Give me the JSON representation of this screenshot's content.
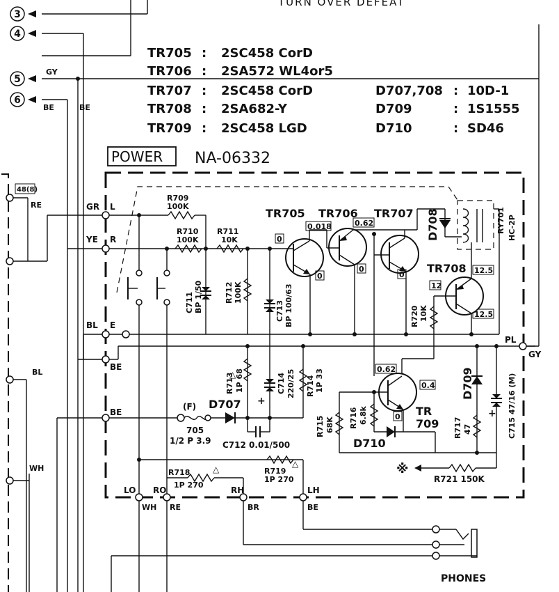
{
  "header": {
    "top_text": "TURN OVER DEFEAT"
  },
  "connectors": [
    {
      "num": "3"
    },
    {
      "num": "4"
    },
    {
      "num": "5",
      "wire": "GY"
    },
    {
      "num": "6",
      "wire": "BE"
    }
  ],
  "side_labels": {
    "be": "BE",
    "conn_tag": "48(8)",
    "re": "RE",
    "bl": "BL",
    "wh": "WH"
  },
  "transistor_table": [
    {
      "ref": "TR705",
      "part": "2SC458 CorD"
    },
    {
      "ref": "TR706",
      "part": "2SA572 WL4or5"
    },
    {
      "ref": "TR707",
      "part": "2SC458 CorD"
    },
    {
      "ref": "TR708",
      "part": "2SA682-Y"
    },
    {
      "ref": "TR709",
      "part": "2SC458 LGD"
    }
  ],
  "diode_table": [
    {
      "ref": "D707,708",
      "part": "10D-1"
    },
    {
      "ref": "D709",
      "part": "1S1555"
    },
    {
      "ref": "D710",
      "part": "SD46"
    }
  ],
  "board": {
    "name": "POWER",
    "part_no": "NA-06332"
  },
  "inputs": {
    "gr": "GR",
    "l": "L",
    "ye": "YE",
    "r": "R",
    "bl": "BL",
    "e": "E",
    "be": "BE",
    "be2": "BE",
    "pl": "PL",
    "gy": "GY"
  },
  "components": {
    "r709": [
      "R709",
      "100K"
    ],
    "r710": [
      "R710",
      "100K"
    ],
    "r711": [
      "R711",
      "10K"
    ],
    "r712": [
      "R712",
      "100K"
    ],
    "c711": [
      "C711",
      "BP 1/50"
    ],
    "c713": [
      "C713",
      "BP 100/63"
    ],
    "r713": [
      "R713",
      "1P 68"
    ],
    "c714": [
      "C714",
      "220/25"
    ],
    "r714": [
      "R714",
      "1P 33"
    ],
    "r716": [
      "R716",
      "6.8k"
    ],
    "r715": [
      "R715",
      "68K"
    ],
    "r717": [
      "R717",
      "47"
    ],
    "c715": "C715 47/16 (M)",
    "r720": [
      "R720",
      "10K"
    ],
    "r721": "R721  150K",
    "r718": [
      "R718",
      "1P 270"
    ],
    "r719": [
      "R719",
      "1P 270"
    ],
    "fuse": [
      "(F)",
      "705",
      "1/2 P  3.9"
    ],
    "c712": "C712  0.01/500",
    "d707": "D707",
    "d708": "D708",
    "d709": "D709",
    "d710": "D710",
    "ry701": "RY701",
    "hc2p": "HC-2P",
    "tr705": "TR705",
    "tr706": "TR706",
    "tr707": "TR707",
    "tr708": "TR708",
    "tr709": [
      "TR",
      "709"
    ]
  },
  "voltages": {
    "v0018": "0.018",
    "v062a": "0.62",
    "v0a": "0",
    "v0b": "0",
    "v0c": "0",
    "v0d": "0",
    "v125a": "12.5",
    "v12": "12",
    "v125b": "12.5",
    "v062b": "0.62",
    "v04": "0.4",
    "v0e": "0"
  },
  "outputs": {
    "lo": "LO",
    "ro": "RO",
    "rh": "RH",
    "lh": "LH",
    "wh": "WH",
    "re": "RE",
    "br": "BR",
    "be": "BE"
  },
  "phones": "PHONES",
  "symbols": {
    "triangle": "△",
    "asterisk": "※"
  }
}
